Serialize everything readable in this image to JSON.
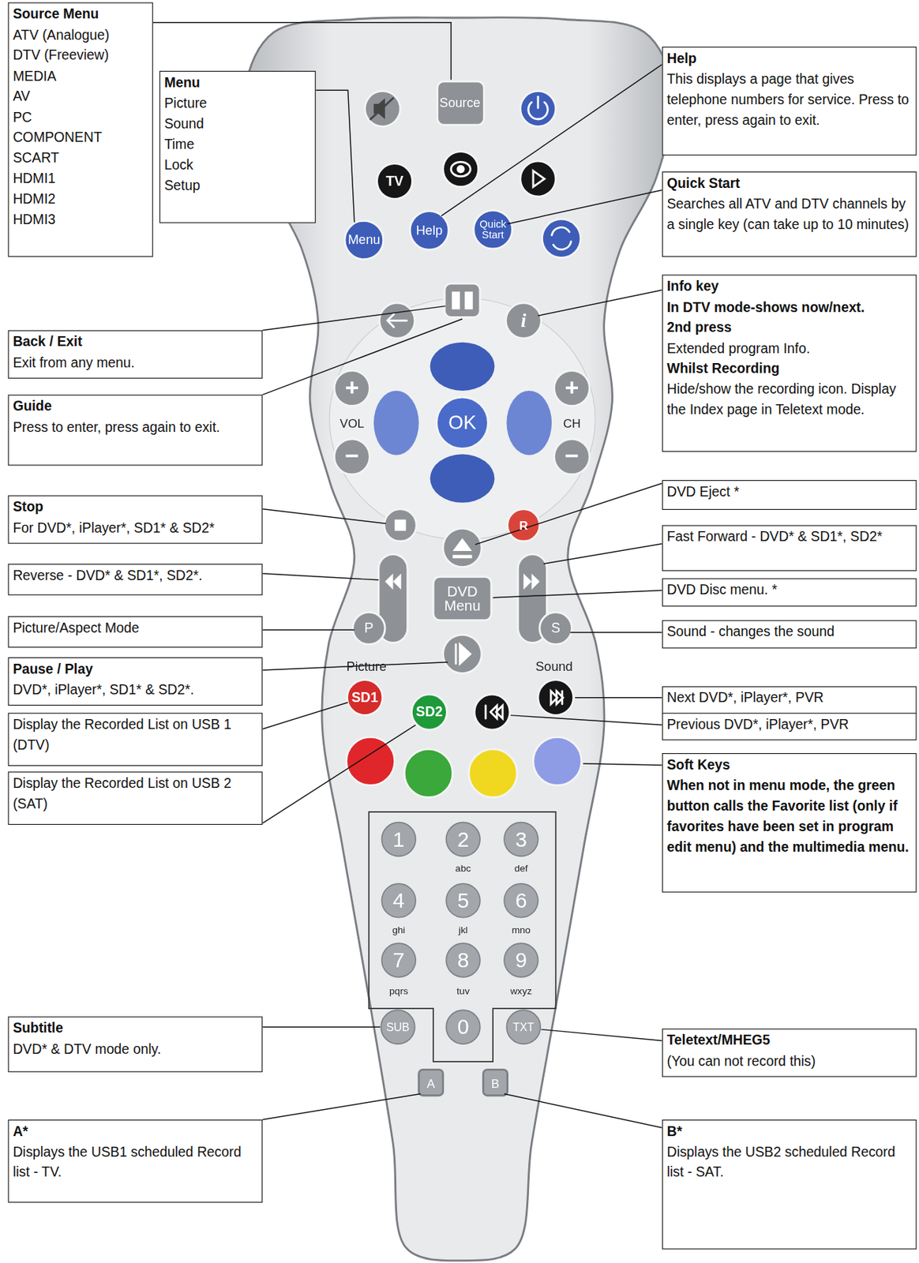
{
  "diagram": {
    "nodes": [
      {
        "text": [
          "Source Menu",
          "ATV (Analogue)",
          "DTV (Freeview)",
          "MEDIA",
          "AV",
          "PC",
          "COMPONENT",
          "SCART",
          "HDMI1",
          "HDMI2",
          "HDMI3"
        ]
      },
      {
        "text": [
          "Menu",
          "Picture",
          "Sound",
          "Time",
          "Lock",
          "Setup"
        ]
      },
      {
        "text": [
          "Help",
          "This displays a page that gives telephone numbers for service. Press to enter, press again to exit."
        ]
      },
      {
        "text": [
          "Quick Start",
          "Searches all ATV and DTV channels by a single key (can take up to 10 minutes)"
        ]
      },
      {
        "text": [
          "Info key",
          "In DTV mode-shows now/next.",
          "2nd press",
          "Extended program Info.",
          "Whilst Recording",
          "Hide/show the recording icon. Display the Index page in Teletext mode."
        ]
      },
      {
        "text": [
          "Back / Exit",
          "Exit from any menu."
        ]
      },
      {
        "text": [
          "Guide",
          "Press to enter, press again to exit."
        ]
      },
      {
        "text": [
          "Stop",
          "For DVD*, iPlayer*, SD1* & SD2*"
        ]
      },
      {
        "text": [
          "DVD Eject *"
        ]
      },
      {
        "text": [
          "Fast Forward - DVD* & SD1*, SD2*"
        ]
      },
      {
        "text": [
          "Reverse - DVD* & SD1*, SD2*."
        ]
      },
      {
        "text": [
          "DVD Disc menu. *"
        ]
      },
      {
        "text": [
          "Picture/Aspect Mode"
        ]
      },
      {
        "text": [
          "Sound - changes the sound"
        ]
      },
      {
        "text": [
          "Pause / Play",
          "DVD*, iPlayer*, SD1* & SD2*."
        ]
      },
      {
        "text": [
          "Next DVD*, iPlayer*, PVR"
        ]
      },
      {
        "text": [
          "Display the Recorded List on USB 1 (DTV)"
        ]
      },
      {
        "text": [
          "Previous DVD*, iPlayer*, PVR"
        ]
      },
      {
        "text": [
          "Soft Keys",
          "When not in menu mode, the green button calls the Favorite list (only if favorites have been set in program edit menu) and the multimedia menu."
        ]
      },
      {
        "text": [
          "Display the Recorded List on USB 2 (SAT)"
        ]
      },
      {
        "text": [
          "Subtitle",
          "DVD* & DTV mode only."
        ]
      },
      {
        "text": [
          "Teletext/MHEG5",
          "(You can not record this)"
        ]
      },
      {
        "text": [
          "A*",
          "Displays the USB1 scheduled Record list - TV."
        ]
      },
      {
        "text": [
          "B*",
          "Displays the USB2 scheduled Record list - SAT."
        ]
      }
    ],
    "labels": [
      "Source",
      "TV",
      "Menu",
      "Help",
      "Quick Start",
      "i",
      "+",
      "−",
      "VOL",
      "+",
      "−",
      "CH",
      "OK",
      "R",
      "DVD Menu",
      "P",
      "Picture",
      "S",
      "Sound",
      "SD1",
      "SD2",
      "1",
      "2",
      "abc",
      "3",
      "def",
      "4",
      "ghi",
      "5",
      "jkl",
      "6",
      "mno",
      "7",
      "pqrs",
      "8",
      "tuv",
      "9",
      "wxyz",
      "SUB",
      "0",
      "TXT",
      "A",
      "B"
    ]
  }
}
